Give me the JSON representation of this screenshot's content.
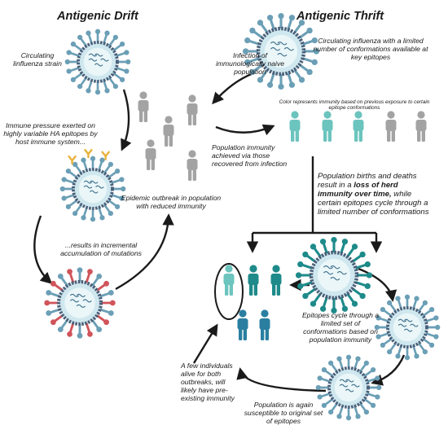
{
  "titles": {
    "drift": "Antigenic Drift",
    "thrift": "Antigenic Thrift"
  },
  "drift": {
    "circulating": "Circulating linfluenza strain",
    "immune_pressure": "Immune pressure exerted on highly variable HA epitopes by host immune system...",
    "incremental": "...results in incremental accumulation of mutations",
    "epidemic": "Epidemic outbreak in population with reduced immunity"
  },
  "thrift": {
    "circulating": "Circulating influenza with a limited number of conformations available at key epitopes",
    "infection": "Infection of immunologically naive population",
    "color_note": "Color represents immunity based on previous exposure to certain epitope conformations",
    "pop_immunity": "Population immunity achieved via those recovered from infection",
    "births_pre": "Population births and deaths result in a ",
    "births_bold": "loss of herd immunity over time,",
    "births_post": " while certain epitopes cycle through a limited number of conformations",
    "cycle": "Epitopes cycle through a limited set of conformations based on population immunity",
    "few": "A few individuals alive for both outbreaks, will likely have pre-existing immunity",
    "susceptible": "Population is again susceptible to original set of epitopes"
  },
  "colors": {
    "teal": "#6cc4be",
    "grey": "#a3a3a3",
    "dark_teal": "#1e8a8a",
    "blue": "#2a7fa0",
    "virus_body": "#cfe7ee",
    "virus_rim": "#4a5f78",
    "spike_blue": "#6b9fb6",
    "spike_red": "#d0545a",
    "antibody": "#e8b23a",
    "arrow": "#1a1a1a"
  }
}
